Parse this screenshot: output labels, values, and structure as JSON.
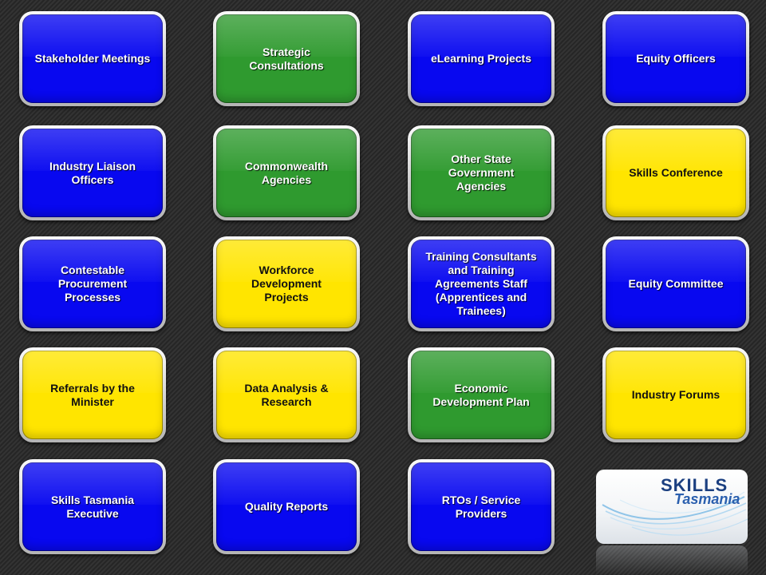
{
  "colors": {
    "background": "#2a2a2a",
    "blue": "#0808f0",
    "green": "#2f9a2f",
    "yellow": "#ffe500",
    "light_text": "#ffffff",
    "dark_text": "#111111"
  },
  "tiles": [
    {
      "label": "Stakeholder Meetings",
      "color": "blue"
    },
    {
      "label": "Strategic Consultations",
      "color": "green"
    },
    {
      "label": "eLearning Projects",
      "color": "blue"
    },
    {
      "label": "Equity Officers",
      "color": "blue"
    },
    {
      "label": "Industry Liaison Officers",
      "color": "blue"
    },
    {
      "label": "Commonwealth Agencies",
      "color": "green"
    },
    {
      "label": "Other State Government Agencies",
      "color": "green"
    },
    {
      "label": "Skills Conference",
      "color": "yellow"
    },
    {
      "label": "Contestable Procurement Processes",
      "color": "blue"
    },
    {
      "label": "Workforce Development Projects",
      "color": "yellow"
    },
    {
      "label": "Training Consultants and Training Agreements Staff (Apprentices and Trainees)",
      "color": "blue"
    },
    {
      "label": "Equity Committee",
      "color": "blue"
    },
    {
      "label": "Referrals by the Minister",
      "color": "yellow"
    },
    {
      "label": "Data Analysis & Research",
      "color": "yellow"
    },
    {
      "label": "Economic Development Plan",
      "color": "green"
    },
    {
      "label": "Industry Forums",
      "color": "yellow"
    },
    {
      "label": "Skills Tasmania Executive",
      "color": "blue"
    },
    {
      "label": "Quality Reports",
      "color": "blue"
    },
    {
      "label": "RTOs / Service Providers",
      "color": "blue"
    }
  ],
  "logo": {
    "line1": "SKILLS",
    "line2": "Tasmania"
  }
}
